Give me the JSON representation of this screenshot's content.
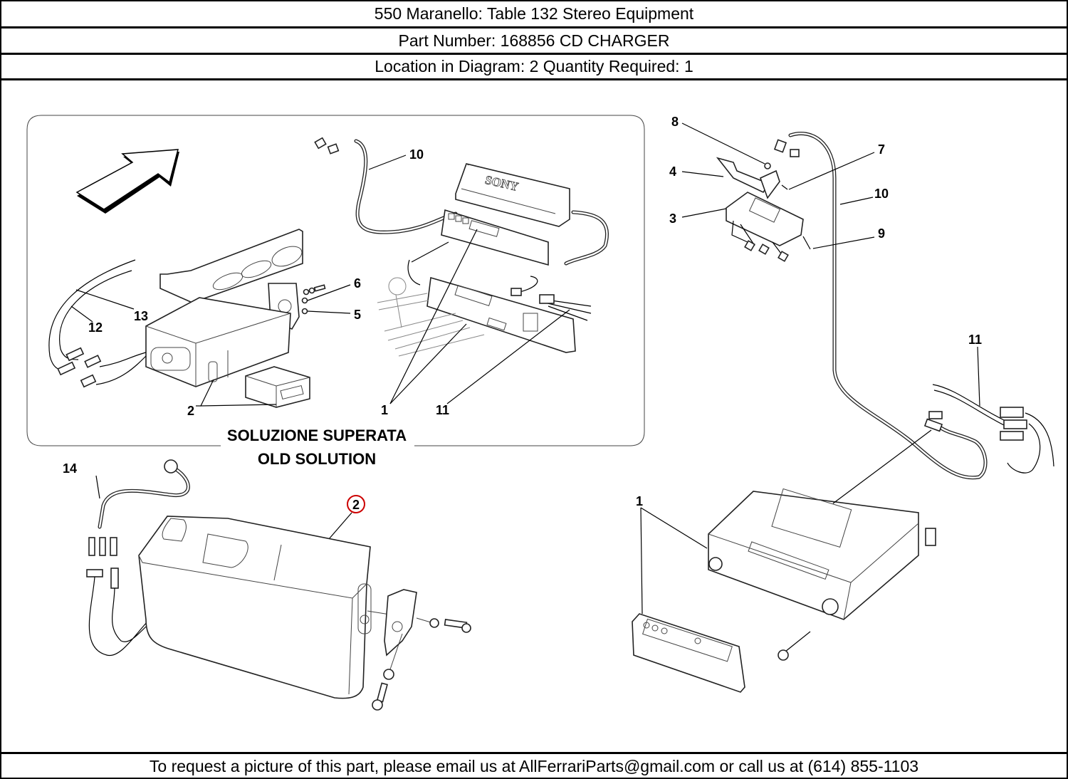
{
  "header": {
    "title": "550 Maranello:   Table 132 Stereo Equipment",
    "part": "Part Number: 168856   CD CHARGER",
    "location": "Location in Diagram: 2   Quantity Required: 1"
  },
  "diagram": {
    "brand_label": "SONY",
    "old_solution_caption_it": "SOLUZIONE SUPERATA",
    "old_solution_caption_en": "OLD SOLUTION",
    "highlight_color": "#cc0000",
    "highlighted_callout": "2",
    "callouts": {
      "c10_old": "10",
      "c6": "6",
      "c5": "5",
      "c12": "12",
      "c13": "13",
      "c2_old": "2",
      "c1_old": "1",
      "c11_old": "11",
      "c8": "8",
      "c7": "7",
      "c4": "4",
      "c10_new": "10",
      "c3": "3",
      "c9": "9",
      "c11_new": "11",
      "c1_new": "1",
      "c14": "14",
      "c2_new": "2"
    }
  },
  "footer": {
    "text": "To request a picture of this part, please email us at AllFerrariParts@gmail.com or call us at (614) 855-1103"
  }
}
